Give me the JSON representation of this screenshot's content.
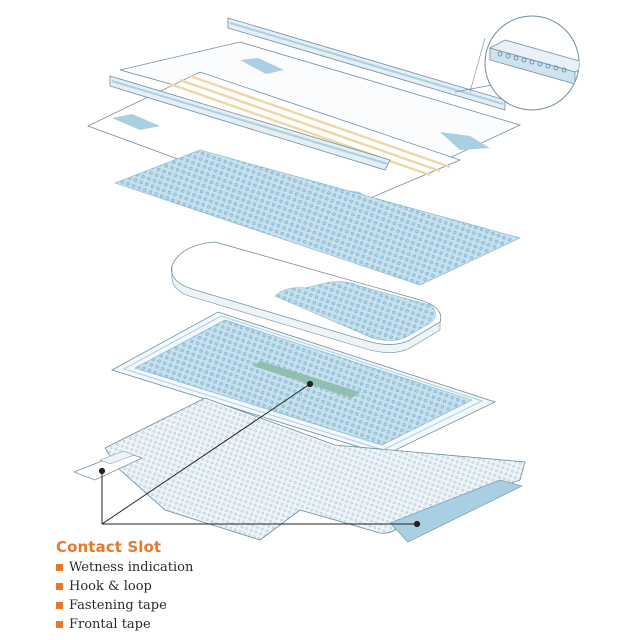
{
  "legend": {
    "title": "Contact Slot",
    "items": [
      {
        "label": "Wetness indication"
      },
      {
        "label": "Hook & loop"
      },
      {
        "label": "Fastening tape"
      },
      {
        "label": "Frontal tape"
      }
    ]
  },
  "colors": {
    "accent": "#e8782b",
    "layer_blue": "#a9cfe2",
    "mesh_line": "#7fb3cf",
    "outline": "#6f8ea0",
    "wetness_strip": "#8fbfae",
    "elastic_yellow": "#efd7a8"
  }
}
